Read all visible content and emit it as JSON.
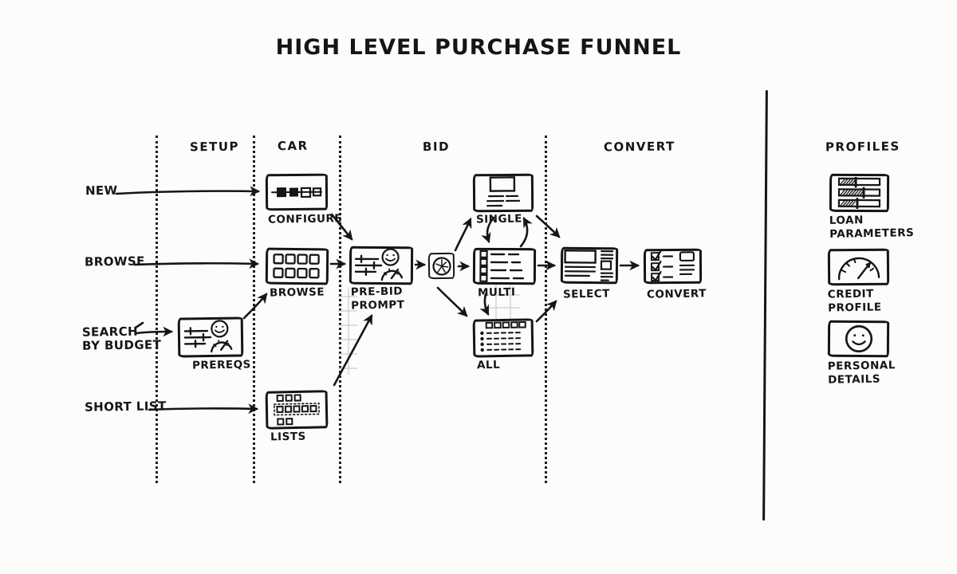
{
  "title": "HIGH LEVEL PURCHASE FUNNEL",
  "stages": {
    "setup": "SETUP",
    "car": "CAR",
    "bid": "BID",
    "convert": "CONVERT",
    "profiles": "PROFILES"
  },
  "entries": {
    "new": "NEW",
    "browse": "BROWSE",
    "search_by_budget": "SEARCH\nBY BUDGET",
    "short_list": "SHORT LIST"
  },
  "nodes": {
    "configure": {
      "label": "CONFIGURE",
      "icon": "stepper-icon"
    },
    "browse": {
      "label": "BROWSE",
      "icon": "thumbnails-grid-icon"
    },
    "prereqs": {
      "label": "PREREQS",
      "icon": "sliders-smiley-gauge-icon"
    },
    "lists": {
      "label": "LISTS",
      "icon": "grouped-list-icon"
    },
    "prebid": {
      "label": "PRE-BID\nPROMPT",
      "icon": "sliders-smiley-gauge-icon"
    },
    "bid_timer": {
      "icon": "timer-icon"
    },
    "single": {
      "label": "SINGLE",
      "icon": "single-card-icon"
    },
    "multi": {
      "label": "MULTI",
      "icon": "checklist-icon"
    },
    "all": {
      "label": "ALL",
      "icon": "data-table-icon"
    },
    "select": {
      "label": "SELECT",
      "icon": "detail-view-icon"
    },
    "convert": {
      "label": "CONVERT",
      "icon": "checkout-icon"
    }
  },
  "profiles": {
    "loan": {
      "label": "LOAN\nPARAMETERS",
      "icon": "loan-sliders-icon"
    },
    "credit": {
      "label": "CREDIT\nPROFILE",
      "icon": "gauge-icon"
    },
    "personal": {
      "label": "PERSONAL\nDETAILS",
      "icon": "smiley-icon"
    }
  },
  "colors": {
    "ink": "#151515",
    "background": "#fcfcfa",
    "faint_grid": "#cbcbcb"
  }
}
